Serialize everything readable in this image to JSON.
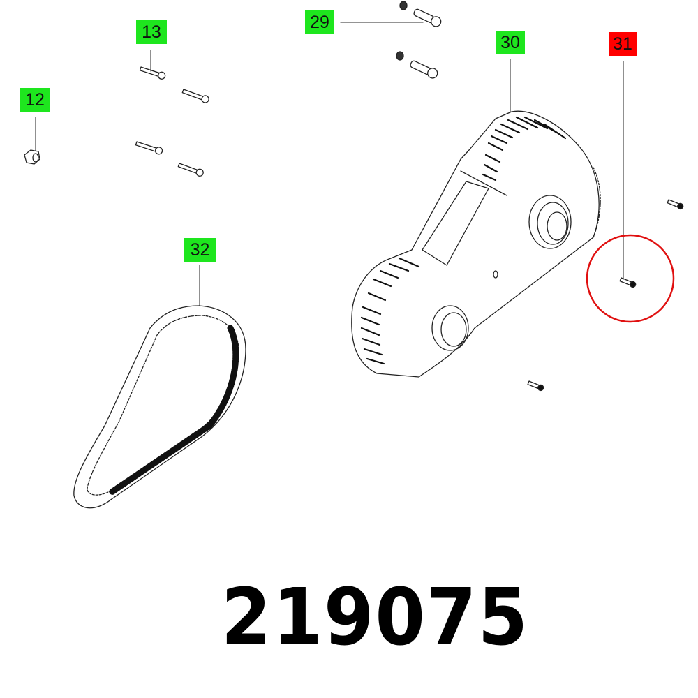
{
  "diagram": {
    "type": "exploded parts diagram",
    "part_number": "219075",
    "highlight_color": "#ff0000",
    "label_color": "#1ee61e",
    "callouts": [
      {
        "id": "12",
        "label": "12",
        "part": "nut",
        "highlighted": false
      },
      {
        "id": "13",
        "label": "13",
        "part": "screws (x5)",
        "highlighted": false
      },
      {
        "id": "29",
        "label": "29",
        "part": "screw with washer (x2)",
        "highlighted": false
      },
      {
        "id": "30",
        "label": "30",
        "part": "belt cover / housing",
        "highlighted": false
      },
      {
        "id": "31",
        "label": "31",
        "part": "screw",
        "highlighted": true
      },
      {
        "id": "32",
        "label": "32",
        "part": "toothed belt",
        "highlighted": false
      }
    ]
  }
}
